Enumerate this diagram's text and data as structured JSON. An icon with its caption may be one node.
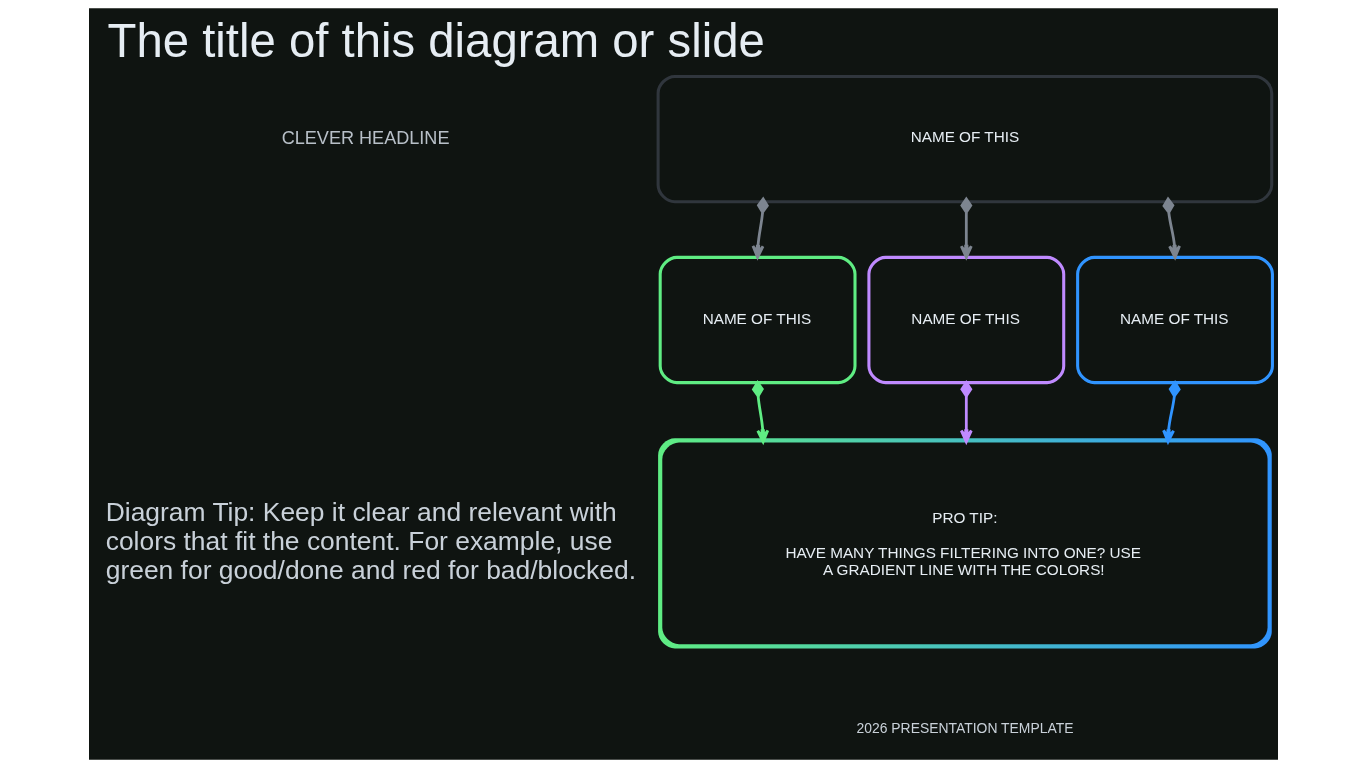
{
  "diagram": {
    "title": "The title of this diagram or slide",
    "nodes": [
      {
        "text": [
          "NAME OF THIS"
        ]
      },
      {
        "text": [
          "NAME OF THIS"
        ]
      },
      {
        "text": [
          "NAME OF THIS"
        ]
      },
      {
        "text": [
          "NAME OF THIS"
        ]
      },
      {
        "text": [
          "PRO TIP:",
          "HAVE MANY THINGS FILTERING INTO ONE? USE A GRADIENT LINE WITH THE COLORS!"
        ]
      }
    ],
    "edges": [
      {
        "from": 0,
        "to": 1,
        "arrow": "to"
      },
      {
        "from": 0,
        "to": 2,
        "arrow": "to"
      },
      {
        "from": 0,
        "to": 3,
        "arrow": "to"
      },
      {
        "from": 1,
        "to": 4,
        "arrow": "to",
        "color": "#5fed83"
      },
      {
        "from": 2,
        "to": 4,
        "arrow": "to",
        "color": "#bf8aff"
      },
      {
        "from": 3,
        "to": 4,
        "arrow": "to",
        "color": "#3094ff"
      }
    ],
    "labels": [
      "CLEVER HEADLINE",
      "Diagram Tip: Keep it clear and relevant with colors that fit the content. For example, use green for good/done and red for bad/blocked.",
      "2026 PRESENTATION TEMPLATE"
    ]
  }
}
